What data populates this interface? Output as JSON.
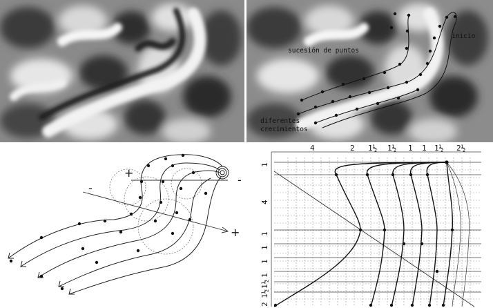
{
  "photo_right": {
    "labels": [
      "sucesión de puntos",
      "inicio",
      "diferentes",
      "crecimientos"
    ]
  },
  "diagram_left": {
    "signs": [
      "+",
      "-",
      "-",
      "+"
    ]
  },
  "grid_right": {
    "top_labels": [
      "4",
      "2",
      "1½",
      "1½",
      "1",
      "1",
      "1½",
      "2½"
    ],
    "side_labels": [
      "1",
      "4",
      "1",
      "1",
      "1",
      "1",
      "1½",
      "1½",
      "2"
    ]
  }
}
